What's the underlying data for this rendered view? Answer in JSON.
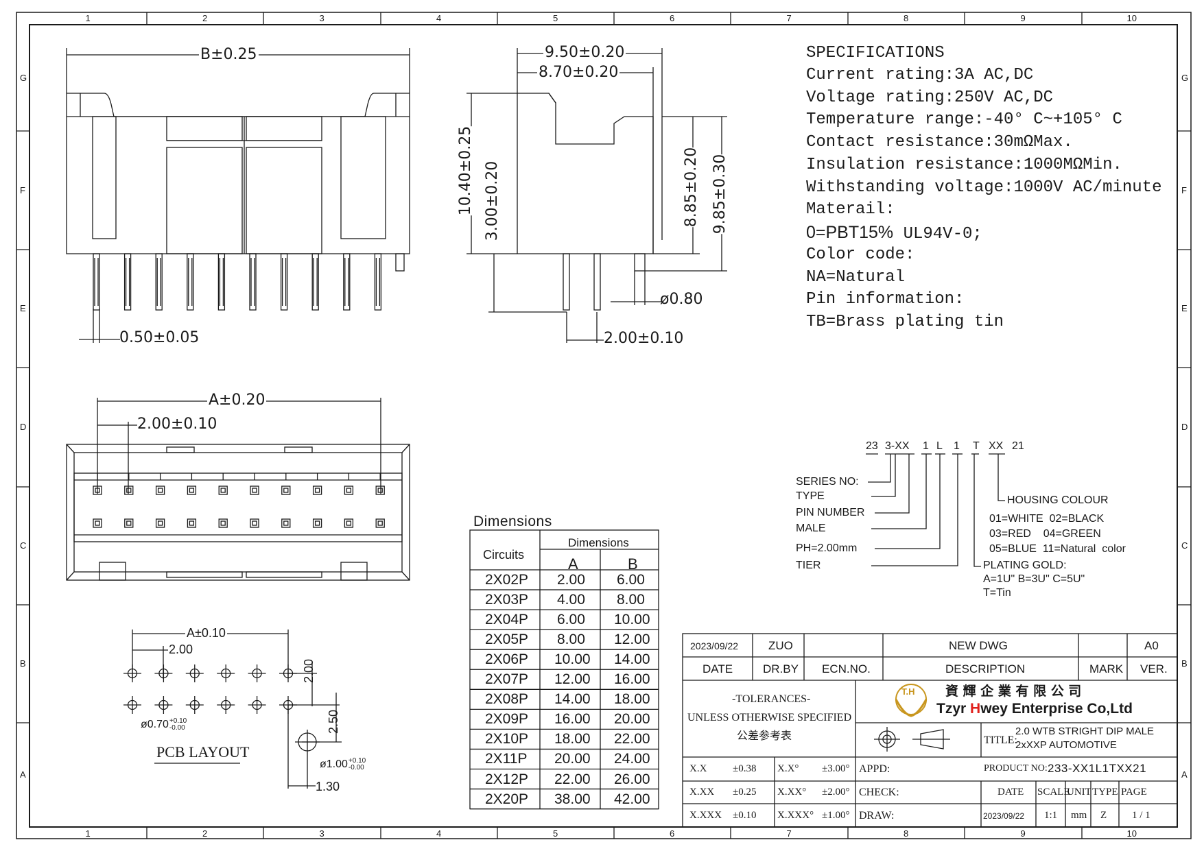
{
  "frame": {
    "cols": [
      "1",
      "2",
      "3",
      "4",
      "5",
      "6",
      "7",
      "8",
      "9",
      "10"
    ],
    "rows": [
      "G",
      "F",
      "E",
      "D",
      "C",
      "B",
      "A"
    ]
  },
  "specs": {
    "title": "SPECIFICATIONS",
    "lines": [
      "Current rating:3A AC,DC",
      "Voltage rating:250V AC,DC",
      "Temperature range:-40° C~+105° C",
      "Contact resistance:30mΩMax.",
      "Insulation resistance:1000MΩMin.",
      "Withstanding voltage:1000V AC/minute",
      "Materail:"
    ],
    "material_bold": "0=PBT15%",
    "material_rest": " UL94V-0;",
    "tail": [
      "Color code:",
      "NA=Natural",
      "Pin information:",
      "TB=Brass plating tin"
    ]
  },
  "front_view": {
    "b_dim": "B±0.25",
    "pin_width": "0.50±0.05"
  },
  "side_view": {
    "w1": "9.50±0.20",
    "w2": "8.70±0.20",
    "h1": "10.40±0.25",
    "h2": "3.00±0.20",
    "h3": "8.85±0.20",
    "h4": "9.85±0.30",
    "post": "ø0.80",
    "pitch": "2.00±0.10"
  },
  "top_view": {
    "a_dim": "A±0.20",
    "pitch": "2.00±0.10"
  },
  "pcb": {
    "a_dim": "A±0.10",
    "pitch_x": "2.00",
    "pitch_y": "2.00",
    "hole": "ø0.70",
    "hole_tol_plus": "+0.10",
    "hole_tol_minus": "-0.00",
    "offset_y": "2.50",
    "peg": "ø1.00",
    "peg_tol_plus": "+0.10",
    "peg_tol_minus": "-0.00",
    "offset_x": "1.30",
    "title": "PCB LAYOUT"
  },
  "dim_table": {
    "title": "Dimensions",
    "circuits_header": "Circuits",
    "group_header": "Dimensions",
    "col_a": "A",
    "col_b": "B",
    "rows": [
      [
        "2X02P",
        "2.00",
        "6.00"
      ],
      [
        "2X03P",
        "4.00",
        "8.00"
      ],
      [
        "2X04P",
        "6.00",
        "10.00"
      ],
      [
        "2X05P",
        "8.00",
        "12.00"
      ],
      [
        "2X06P",
        "10.00",
        "14.00"
      ],
      [
        "2X07P",
        "12.00",
        "16.00"
      ],
      [
        "2X08P",
        "14.00",
        "18.00"
      ],
      [
        "2X09P",
        "16.00",
        "20.00"
      ],
      [
        "2X10P",
        "18.00",
        "22.00"
      ],
      [
        "2X11P",
        "20.00",
        "24.00"
      ],
      [
        "2X12P",
        "22.00",
        "26.00"
      ],
      [
        "2X20P",
        "38.00",
        "42.00"
      ]
    ]
  },
  "part_code": {
    "code_parts": [
      "23",
      "3-XX",
      "1",
      "L",
      "1",
      "T",
      "XX",
      "21"
    ],
    "labels": [
      "SERIES NO:",
      "TYPE",
      "PIN NUMBER",
      "MALE",
      "PH=2.00mm",
      "TIER"
    ],
    "housing": "HOUSING COLOUR",
    "colors": [
      "01=WHITE  02=BLACK",
      "03=RED    04=GREEN",
      "05=BLUE  11=Natural  color"
    ],
    "plating_title": "PLATING GOLD:",
    "plating": "A=1U\"  B=3U\"  C=5U\"",
    "tin": "T=Tin"
  },
  "title_block": {
    "date1": "2023/09/22",
    "drby": "ZUO",
    "desc": "NEW DWG",
    "ver": "A0",
    "h_date": "DATE",
    "h_drby": "DR.BY",
    "h_ecn": "ECN.NO.",
    "h_desc": "DESCRIPTION",
    "h_mark": "MARK",
    "h_ver": "VER.",
    "tol1": "-TOLERANCES-",
    "tol2": "UNLESS OTHERWISE SPECIFIED",
    "tol3": "公差参考表",
    "company_cn": "資 輝 企 業 有 限 公 司",
    "company_en_pre": "Tzyr ",
    "company_en_h": "H",
    "company_en_post": "wey Enterprise Co,Ltd",
    "logo": "T.H",
    "title_label": "TITLE:",
    "title1": "2.0 WTB STRIGHT DIP MALE",
    "title2": "2xXXP AUTOMOTIVE",
    "product_label": "PRODUCT NO:",
    "product": "233-XX1L1TXX21",
    "tol_rows": [
      [
        "X.X",
        "±0.38",
        "X.X°",
        "±3.00°"
      ],
      [
        "X.XX",
        "±0.25",
        "X.XX°",
        "±2.00°"
      ],
      [
        "X.XXX",
        "±0.10",
        "X.XXX°",
        "±1.00°"
      ]
    ],
    "appd": "APPD:",
    "check": "CHECK:",
    "draw": "DRAW:",
    "f_date": "DATE",
    "f_scale": "SCALE",
    "f_unit": "UNIT",
    "f_type": "TYPE",
    "f_page": "PAGE",
    "v_date": "2023/09/22",
    "v_scale": "1:1",
    "v_unit": "mm",
    "v_type": "Z",
    "v_page": "1 / 1"
  },
  "colors": {
    "line": "#1a1a1a",
    "red": "#e0201b",
    "logo": "#c8961e"
  }
}
